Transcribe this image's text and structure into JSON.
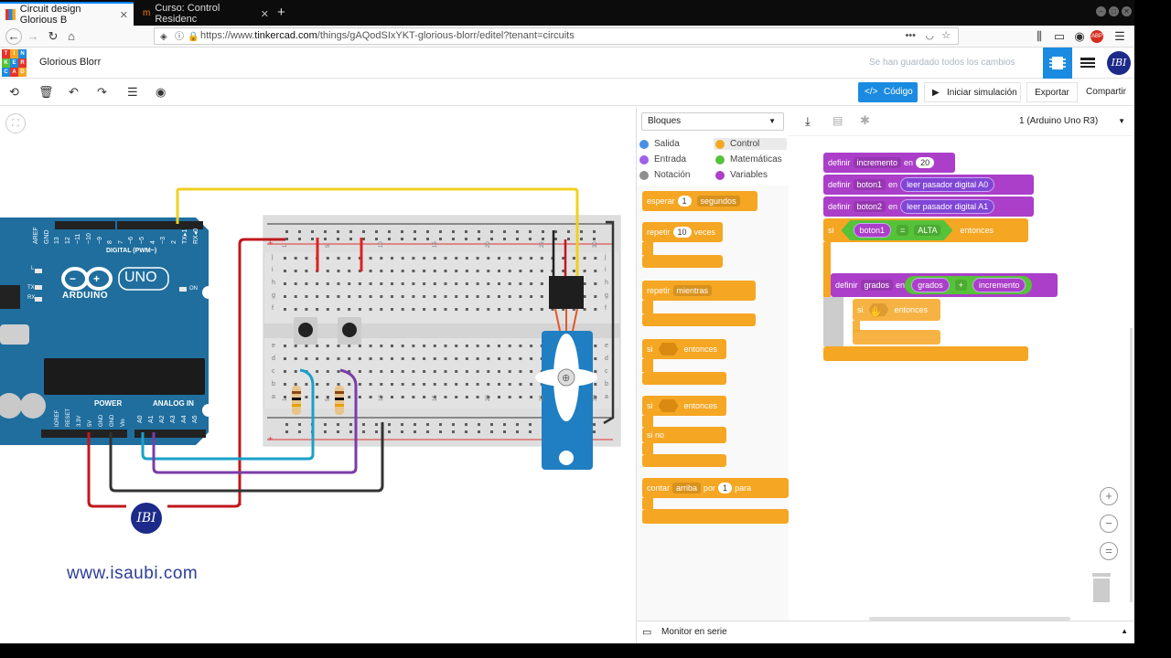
{
  "browser": {
    "tabs": [
      {
        "title": "Circuit design Glorious B",
        "active": true
      },
      {
        "title": "Curso: Control Residenc",
        "active": false
      }
    ],
    "url_prefix": "https://www.",
    "url_domain": "tinkercad.com",
    "url_path": "/things/gAQodSIxYKT-glorious-blorr/editel?tenant=circuits",
    "url_dots": "•••"
  },
  "header": {
    "logo_letters": [
      "TIN",
      "KER",
      "CAD"
    ],
    "project_title": "Glorious Blorr",
    "save_status": "Se han guardado todos los cambios",
    "avatar_text": "IBI"
  },
  "toolbar": {
    "code_label": "Código",
    "simulate_label": "Iniciar simulación",
    "export_label": "Exportar",
    "share_label": "Compartir"
  },
  "canvas": {
    "arduino_digital_label": "DIGITAL (PWM~)",
    "arduino_brand": "ARDUINO",
    "arduino_model": "UNO",
    "arduino_power_label": "POWER",
    "arduino_analog_label": "ANALOG IN",
    "arduino_on_label": "ON",
    "arduino_tx": "TX",
    "arduino_rx": "RX",
    "arduino_l": "L",
    "digital_pins": [
      "AREF",
      "GND",
      "13",
      "12",
      "~11",
      "~10",
      "~9",
      "8",
      "7",
      "~6",
      "~5",
      "4",
      "~3",
      "2",
      "TX▸1",
      "RX◂0"
    ],
    "power_pins": [
      "IOREF",
      "RESET",
      "3.3V",
      "5V",
      "GND",
      "GND",
      "Vin"
    ],
    "analog_pins": [
      "A0",
      "A1",
      "A2",
      "A3",
      "A4",
      "A5"
    ],
    "breadboard_rows": [
      "j",
      "i",
      "h",
      "g",
      "f",
      "e",
      "d",
      "c",
      "b",
      "a"
    ],
    "bb_numbers_top": [
      "1",
      "5",
      "10",
      "15",
      "20",
      "25",
      "30"
    ],
    "logo_badge": "IBI",
    "website": "www.isaubi.com"
  },
  "code_panel": {
    "mode_dropdown": "Bloques",
    "device_dropdown": "1 (Arduino Uno R3)",
    "categories": [
      {
        "label": "Salida",
        "color": "#4a90e2"
      },
      {
        "label": "Control",
        "color": "#f5a623"
      },
      {
        "label": "Entrada",
        "color": "#9f61ea"
      },
      {
        "label": "Matemáticas",
        "color": "#56c23a"
      },
      {
        "label": "Notación",
        "color": "#8f8f8f"
      },
      {
        "label": "Variables",
        "color": "#ab3fc9"
      }
    ],
    "palette": {
      "wait_label": "esperar",
      "wait_value": "1",
      "wait_unit": "segundos",
      "repeat_label": "repetir",
      "repeat_value": "10",
      "repeat_unit": "veces",
      "repeat_while_label": "repetir",
      "repeat_while_mode": "mientras",
      "if_label": "si",
      "then_label": "entonces",
      "if2_label": "si",
      "then2_label": "entonces",
      "else_label": "si no",
      "count_label": "contar",
      "count_dir": "arriba",
      "count_by": "por",
      "count_value": "1",
      "count_for": "para"
    },
    "workspace": {
      "define_label": "definir",
      "in_label": "en",
      "var1": "incremento",
      "var1_value": "20",
      "var2": "boton1",
      "read_label": "leer pasador digital",
      "pin1": "A0",
      "var3": "boton2",
      "pin2": "A1",
      "if_label": "si",
      "cmp_var": "boton1",
      "cmp_op": "=",
      "cmp_value": "ALTA",
      "then_label": "entonces",
      "var4": "grados",
      "op_left": "grados",
      "op": "+",
      "op_right": "incremento",
      "inner_if_label": "si",
      "inner_then_label": "entonces"
    },
    "serial_monitor": "Monitor en serie"
  },
  "colors": {
    "accent": "#1a8be0",
    "control": "#f5a623",
    "variables": "#ab3fc9",
    "input": "#9f61ea",
    "math": "#56c23a",
    "arduino": "#1f6e9e"
  }
}
